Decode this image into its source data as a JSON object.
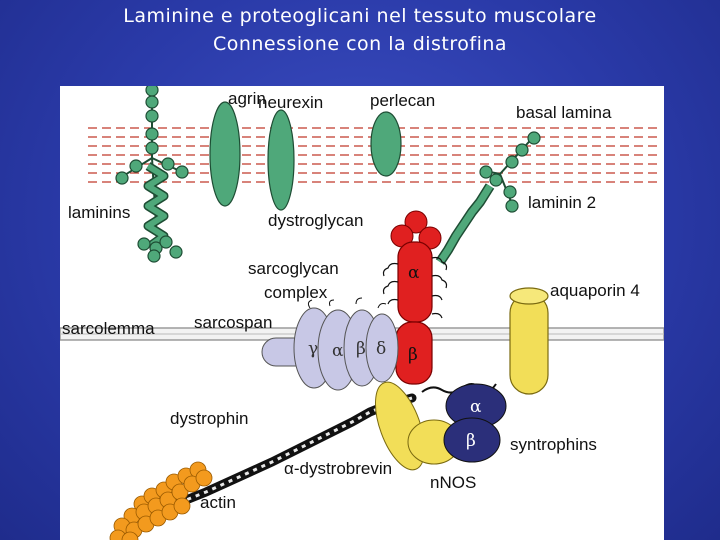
{
  "slide": {
    "title_line1": "Laminine e proteoglicani nel tessuto muscolare",
    "title_line2": "Connessione con la distrofina"
  },
  "diagram": {
    "labels": {
      "agrin": "agrin",
      "neurexin": "neurexin",
      "perlecan": "perlecan",
      "basal_lamina": "basal lamina",
      "laminins": "laminins",
      "laminin2": "laminin 2",
      "dystroglycan": "dystroglycan",
      "sarcoglycan_line1": "sarcoglycan",
      "sarcoglycan_line2": "complex",
      "aquaporin": "aquaporin 4",
      "sarcolemma": "sarcolemma",
      "sarcospan": "sarcospan",
      "dystrophin": "dystrophin",
      "syntrophins": "syntrophins",
      "dystrobrevin": "α-dystrobrevin",
      "nnos": "nNOS",
      "actin": "actin"
    },
    "greek": {
      "gamma": "γ",
      "alpha": "α",
      "beta": "β",
      "delta": "δ",
      "dg_alpha": "α",
      "dg_beta": "β",
      "syn_alpha": "α",
      "syn_beta": "β"
    },
    "colors": {
      "background": "#2a3aa8",
      "panel": "#ffffff",
      "lamina_dash": "#c0392b",
      "green": "#4fa87a",
      "dystroglycan": "#e02020",
      "sarcoglycan": "#c8c8e6",
      "aquaporin": "#f2de58",
      "syntrophin": "#2b2f7a",
      "actin": "#f39a1e"
    }
  }
}
